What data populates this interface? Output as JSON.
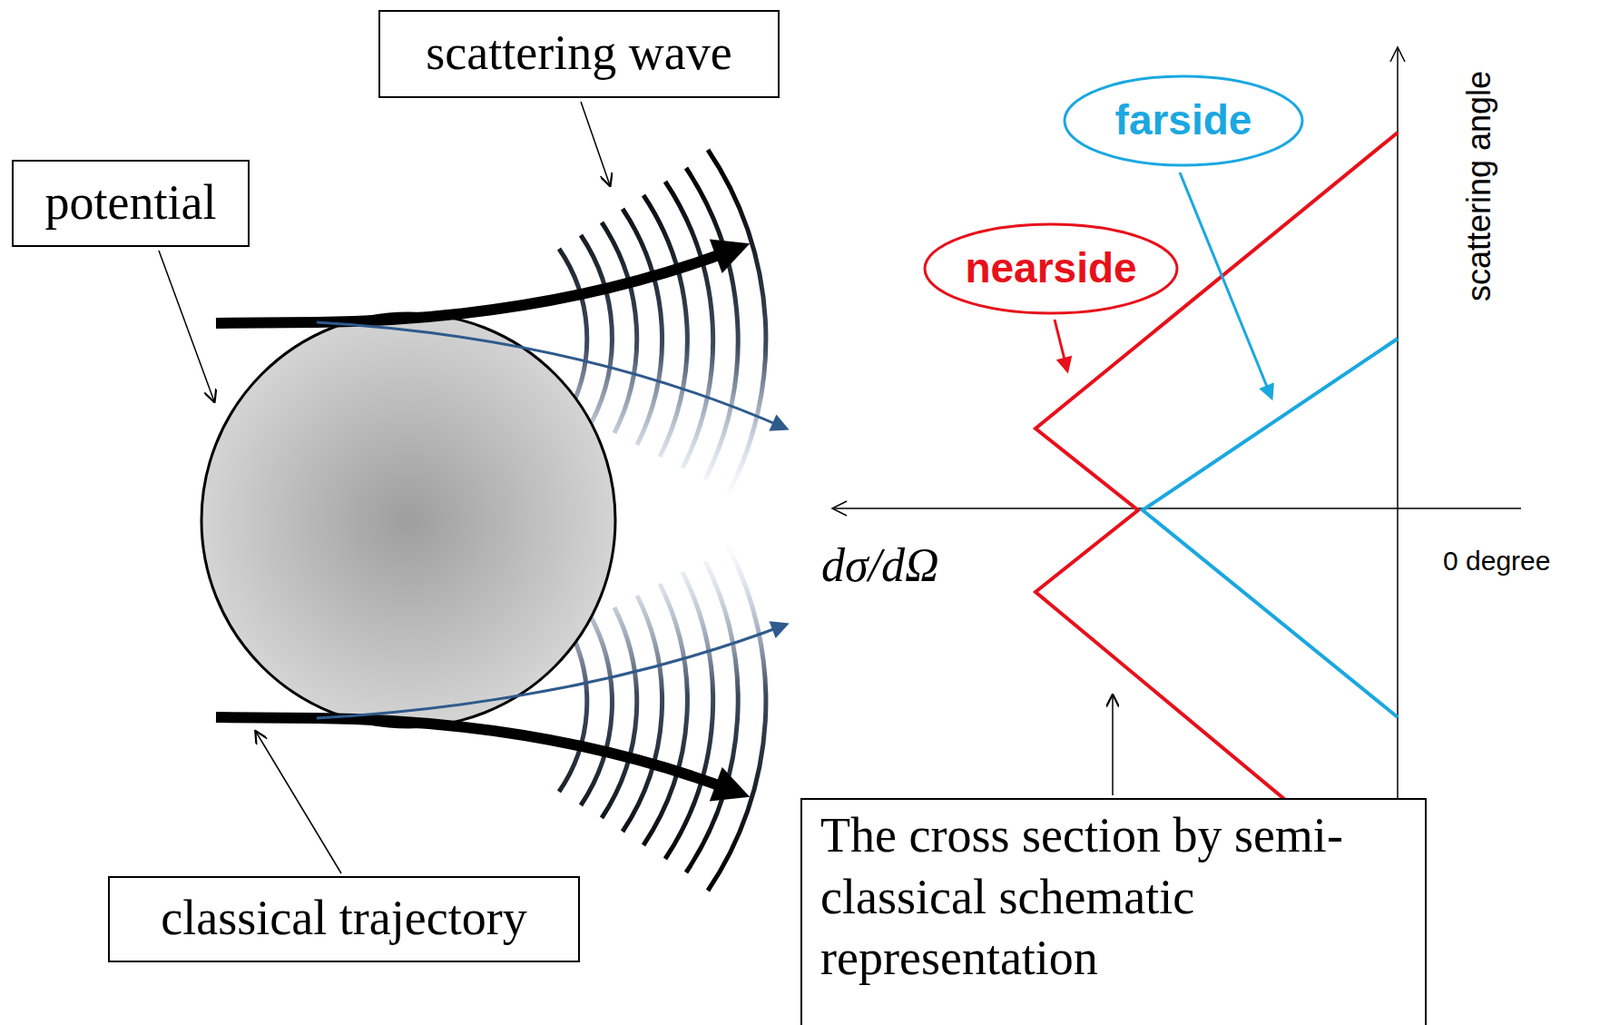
{
  "diagram": {
    "nodes": [
      {
        "text": [
          "scattering wave"
        ]
      },
      {
        "text": [
          "farside"
        ]
      },
      {
        "text": [
          "potential"
        ]
      },
      {
        "text": [
          "nearside"
        ]
      },
      {
        "text": [
          "classical trajectory"
        ]
      },
      {
        "text": [
          "The cross section by semi-classical schematic representation"
        ]
      }
    ],
    "labels": [
      "scattering angle",
      "0 degree",
      "dσ/dΩ"
    ]
  }
}
